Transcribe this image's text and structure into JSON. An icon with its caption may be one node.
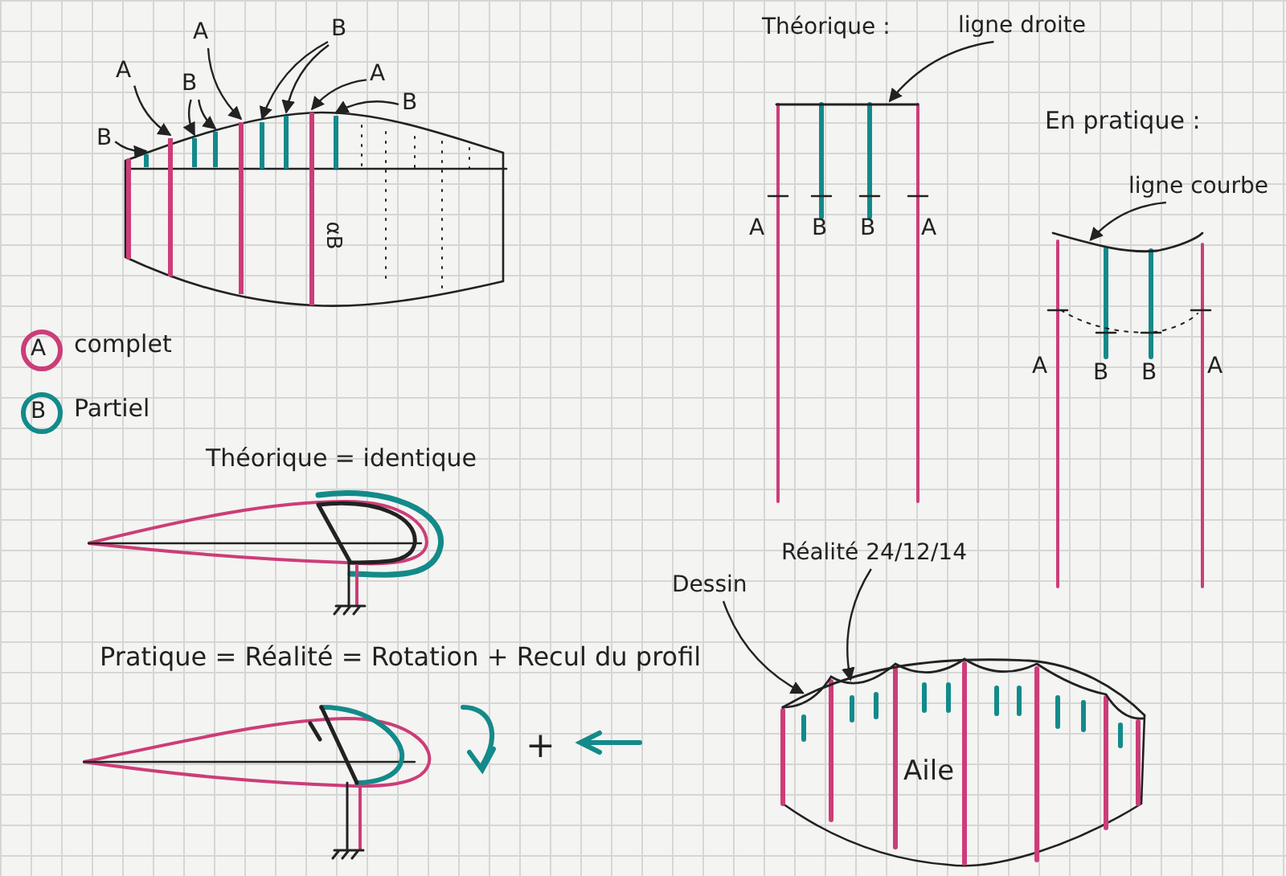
{
  "diagram": {
    "nodes": [
      {
        "text": [
          "B"
        ]
      },
      {
        "text": [
          "A"
        ]
      },
      {
        "text": [
          "B"
        ]
      },
      {
        "text": [
          "A"
        ]
      },
      {
        "text": [
          "B"
        ]
      },
      {
        "text": [
          "A"
        ]
      },
      {
        "text": [
          "B"
        ]
      },
      {
        "text": [
          "ligne droite"
        ]
      },
      {
        "text": [
          "ligne courbe"
        ]
      },
      {
        "text": [
          "Dessin"
        ]
      },
      {
        "text": [
          "Réalité 24/12/14"
        ]
      },
      {
        "text": [],
        "shape": "bar"
      },
      {
        "text": [],
        "shape": "bar"
      },
      {
        "text": [],
        "shape": "bar"
      },
      {
        "text": [],
        "shape": "bar"
      },
      {
        "text": [],
        "shape": "bar"
      },
      {
        "text": [],
        "shape": "bar"
      },
      {
        "text": [],
        "shape": "bar"
      },
      {
        "text": [],
        "shape": "bar"
      },
      {
        "text": [],
        "shape": "bar"
      },
      {
        "text": [],
        "shape": "line"
      },
      {
        "text": [],
        "shape": "line"
      },
      {
        "text": [],
        "shape": "line"
      },
      {
        "text": [],
        "shape": "line"
      }
    ],
    "edges": [
      {
        "from": 0,
        "to": 11,
        "arrow": "to"
      },
      {
        "from": 1,
        "to": 12,
        "arrow": "to"
      },
      {
        "from": 2,
        "to": 13,
        "arrow": "to"
      },
      {
        "from": 2,
        "to": 14,
        "arrow": "to"
      },
      {
        "from": 3,
        "to": 15,
        "arrow": "to"
      },
      {
        "from": 4,
        "to": 16,
        "arrow": "to"
      },
      {
        "from": 4,
        "to": 17,
        "arrow": "to"
      },
      {
        "from": 5,
        "to": 18,
        "arrow": "to"
      },
      {
        "from": 6,
        "to": 19,
        "arrow": "to"
      },
      {
        "from": 7,
        "to": 20,
        "arrow": "to"
      },
      {
        "from": 8,
        "to": 21,
        "arrow": "to"
      },
      {
        "from": 9,
        "to": 22,
        "arrow": "to"
      },
      {
        "from": 10,
        "to": 23,
        "arrow": "to"
      }
    ],
    "labels": [
      "Théorique :",
      "αB",
      "En pratique :",
      "A",
      "B",
      "B",
      "A",
      "A",
      "B",
      "A",
      "B",
      "B",
      "A",
      "Théorique = identique",
      "Pratique = Réalité = Rotation + Recul du profil",
      "+",
      "Aile"
    ],
    "legend": [
      {
        "text": "complet",
        "color": "#cc3d78"
      },
      {
        "text": "Partiel",
        "color": "#138a8a"
      }
    ]
  }
}
